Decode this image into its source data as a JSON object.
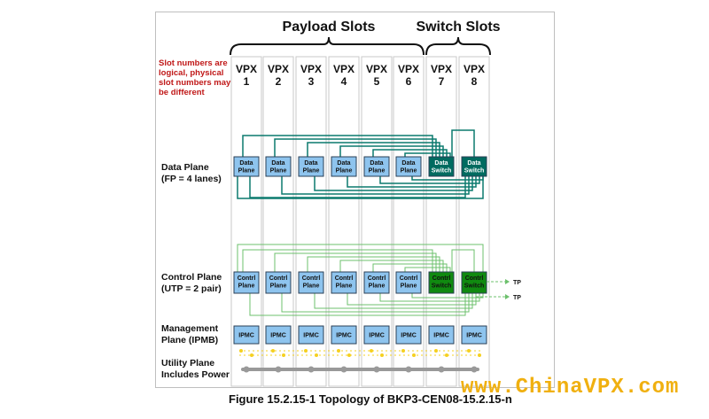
{
  "groups": {
    "payload": "Payload Slots",
    "switch": "Switch Slots"
  },
  "note": [
    "Slot numbers are",
    "logical, physical",
    "slot numbers may",
    "be different"
  ],
  "slots": [
    {
      "top": "VPX",
      "num": "1"
    },
    {
      "top": "VPX",
      "num": "2"
    },
    {
      "top": "VPX",
      "num": "3"
    },
    {
      "top": "VPX",
      "num": "4"
    },
    {
      "top": "VPX",
      "num": "5"
    },
    {
      "top": "VPX",
      "num": "6"
    },
    {
      "top": "VPX",
      "num": "7"
    },
    {
      "top": "VPX",
      "num": "8"
    }
  ],
  "rows": {
    "data": [
      "Data Plane",
      "(FP = 4 lanes)"
    ],
    "control": [
      "Control Plane",
      "(UTP = 2 pair)"
    ],
    "management": [
      "Management",
      "Plane (IPMB)"
    ],
    "utility": [
      "Utility Plane",
      "Includes Power"
    ]
  },
  "boxes": {
    "data_payload": [
      "Data",
      "Plane"
    ],
    "data_switch": [
      "Data",
      "Switch"
    ],
    "ctrl_payload": [
      "Contrl",
      "Plane"
    ],
    "ctrl_switch": [
      "Contrl",
      "Switch"
    ],
    "ipmc": "IPMC"
  },
  "tp": [
    "TP",
    "TP"
  ],
  "caption": "Figure 15.2.15-1 Topology of BKP3-CEN08-15.2.15-n",
  "watermark": "www.ChinaVPX.com",
  "colors": {
    "payload_fill": "#8ec4ee",
    "data_switch_fill": "#006b60",
    "ctrl_switch_fill": "#108a10",
    "data_line": "#0b7a6e",
    "ctrl_line": "#6cc06c",
    "note_text": "#c01818",
    "utility_bar": "#999999",
    "ipmb_dot": "#f5d020"
  }
}
